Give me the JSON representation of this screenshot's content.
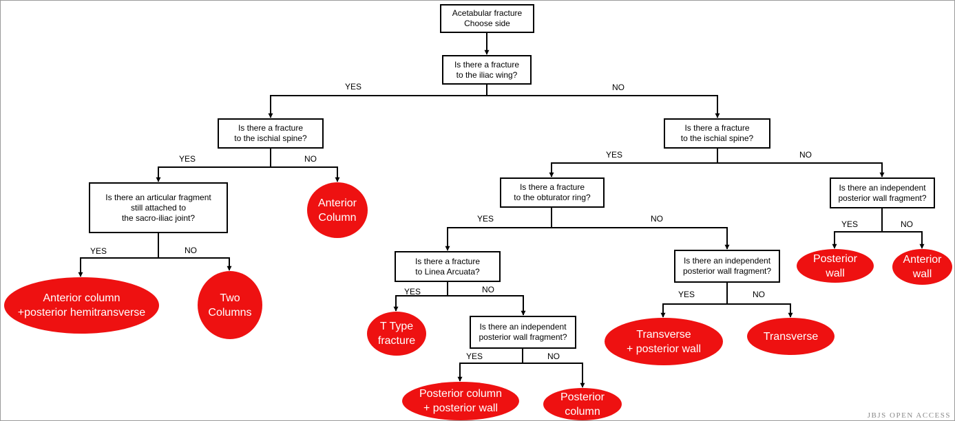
{
  "diagram": {
    "nodes": {
      "start": "Acetabular fracture\nChoose side",
      "q_iliac_wing": "Is there a fracture\nto the iliac wing?",
      "q_ischial_spine_left": "Is there a fracture\nto the ischial spine?",
      "q_ischial_spine_right": "Is there a fracture\nto the ischial spine?",
      "q_articular_fragment": "Is there an articular fragment\nstill attached to\nthe sacro-iliac joint?",
      "q_obturator_ring": "Is there a fracture\nto the obturator ring?",
      "q_posterior_wall_right": "Is there an independent\nposterior wall fragment?",
      "q_linea_arcuata": "Is there a fracture\nto Linea Arcuata?",
      "q_posterior_wall_mid": "Is there an independent\nposterior wall fragment?",
      "q_posterior_wall_lower": "Is there an independent\nposterior wall fragment?"
    },
    "outcomes": {
      "anterior_column": "Anterior\nColumn",
      "ant_col_post_hemi": "Anterior column\n+posterior hemitransverse",
      "two_columns": "Two\nColumns",
      "t_type": "T Type\nfracture",
      "post_col_post_wall": "Posterior column\n+ posterior wall",
      "posterior_column": "Posterior\ncolumn",
      "transverse_post_wall": "Transverse\n+ posterior wall",
      "transverse": "Transverse",
      "posterior_wall": "Posterior\nwall",
      "anterior_wall": "Anterior\nwall"
    },
    "labels": {
      "iliac_yes": "YES",
      "iliac_no": "NO",
      "spineL_yes": "YES",
      "spineL_no": "NO",
      "spineR_yes": "YES",
      "spineR_no": "NO",
      "artic_yes": "YES",
      "artic_no": "NO",
      "obtur_yes": "YES",
      "obtur_no": "NO",
      "pwR_yes": "YES",
      "pwR_no": "NO",
      "linea_yes": "YES",
      "linea_no": "NO",
      "pwM_yes": "YES",
      "pwM_no": "NO",
      "pwL_yes": "YES",
      "pwL_no": "NO"
    },
    "colors": {
      "outcome_fill": "#ee1111",
      "outcome_text": "#ffffff",
      "line": "#000000"
    }
  },
  "watermark": "JBJS OPEN ACCESS"
}
